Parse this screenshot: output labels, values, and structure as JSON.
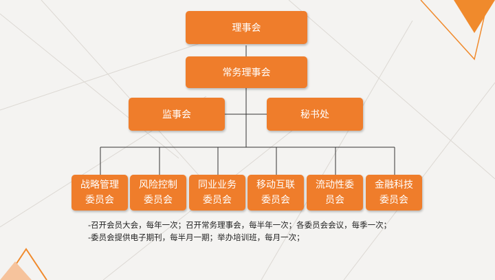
{
  "colors": {
    "box": "#ef7d2b",
    "line": "#333333",
    "accent": "#f08a2c"
  },
  "top": {
    "council": "理事会",
    "standing_council": "常务理事会"
  },
  "middle": {
    "supervisory": "监事会",
    "secretariat": "秘书处"
  },
  "committees": [
    {
      "line1": "战略管理",
      "line2": "委员会"
    },
    {
      "line1": "风险控制",
      "line2": "委员会"
    },
    {
      "line1": "同业业务",
      "line2": "委员会"
    },
    {
      "line1": "移动互联",
      "line2": "委员会"
    },
    {
      "line1": "流动性委",
      "line2": "员会"
    },
    {
      "line1": "金融科技",
      "line2": "委员会"
    }
  ],
  "notes": [
    "-召开会员大会，每年一次；召开常务理事会，每半年一次；各委员会会议，每季一次；",
    "-委员会提供电子期刊，每半月一期；举办培训班，每月一次；"
  ]
}
